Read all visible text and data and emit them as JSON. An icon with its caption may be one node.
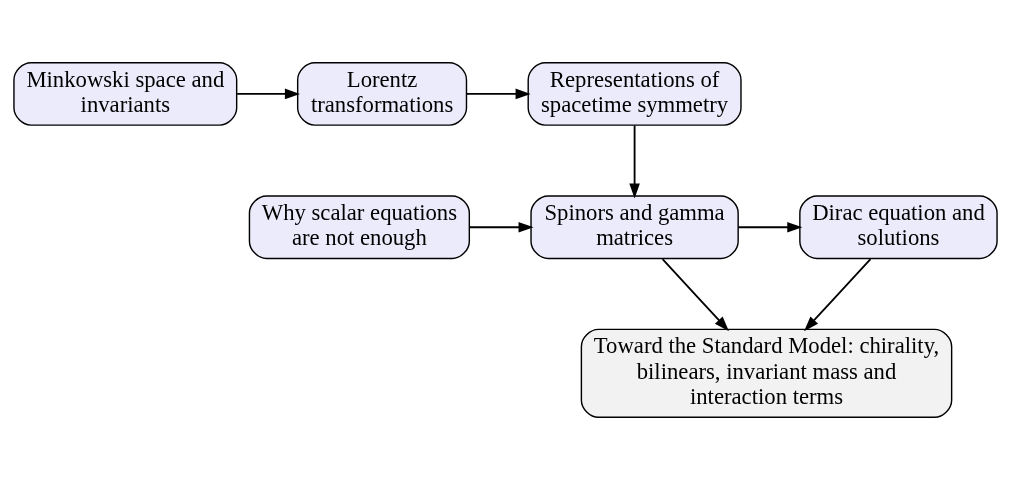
{
  "diagram": {
    "nodes": [
      {
        "text": [
          "Minkowski space and invariants"
        ]
      },
      {
        "text": [
          "Lorentz transformations"
        ]
      },
      {
        "text": [
          "Representations of spacetime symmetry"
        ]
      },
      {
        "text": [
          "Why scalar equations are not enough"
        ]
      },
      {
        "text": [
          "Spinors and gamma matrices"
        ]
      },
      {
        "text": [
          "Dirac equation and solutions"
        ]
      },
      {
        "text": [
          "Toward the Standard Model: chirality, bilinears, invariant mass and interaction terms"
        ]
      }
    ],
    "edges": [
      {
        "from": 0,
        "to": 1,
        "arrow": "to"
      },
      {
        "from": 1,
        "to": 2,
        "arrow": "to"
      },
      {
        "from": 2,
        "to": 4,
        "arrow": "to"
      },
      {
        "from": 3,
        "to": 4,
        "arrow": "to"
      },
      {
        "from": 4,
        "to": 5,
        "arrow": "to"
      },
      {
        "from": 4,
        "to": 6,
        "arrow": "to"
      },
      {
        "from": 5,
        "to": 6,
        "arrow": "to"
      }
    ]
  }
}
